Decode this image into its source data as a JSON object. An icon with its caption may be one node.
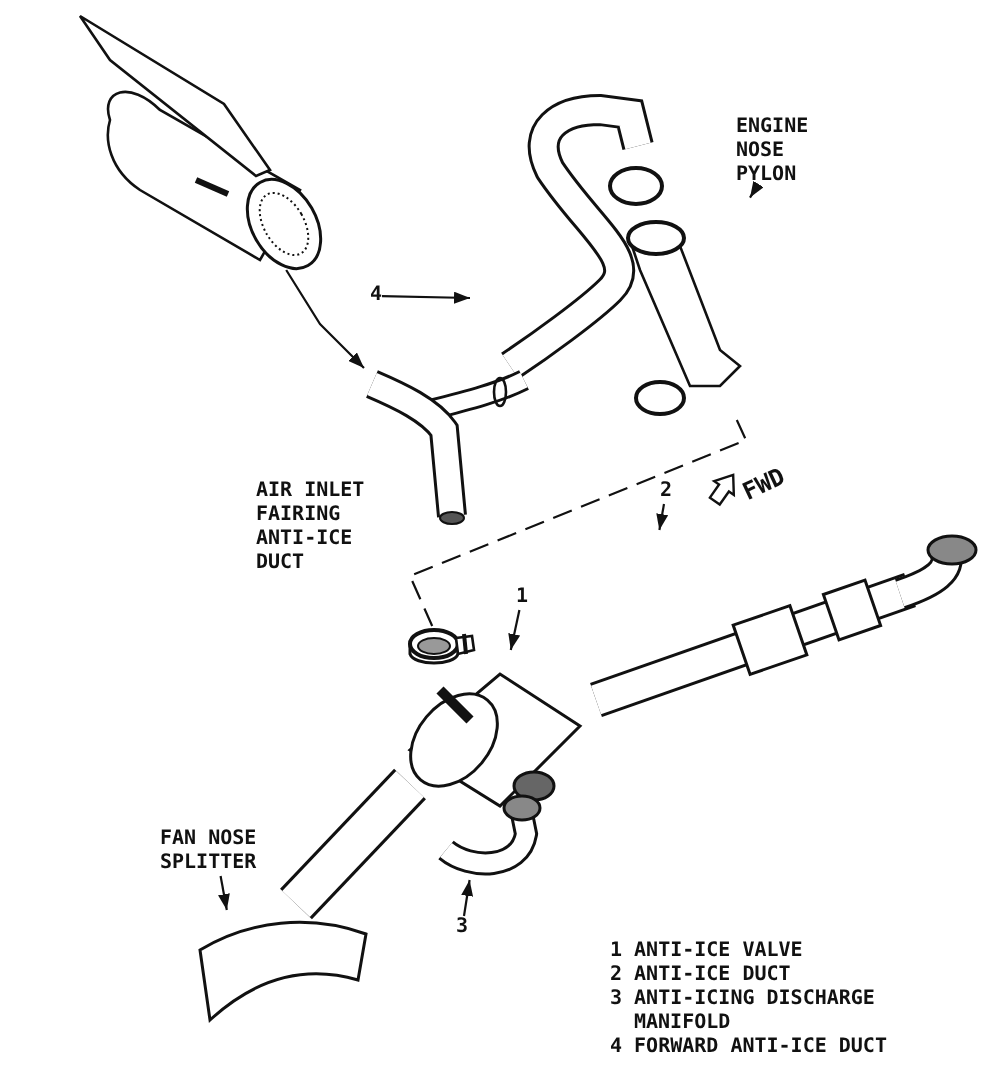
{
  "diagram": {
    "nodes": [
      {
        "text": [
          "ENGINE NOSE PYLON"
        ]
      },
      {
        "text": [],
        "shape": "picture"
      },
      {
        "text": [
          "4"
        ]
      },
      {
        "text": [],
        "shape": "picture"
      },
      {
        "text": [
          "1"
        ]
      },
      {
        "text": [],
        "shape": "picture"
      },
      {
        "text": [
          "2"
        ]
      },
      {
        "text": [],
        "shape": "picture"
      },
      {
        "text": [
          "FAN NOSE SPLITTER"
        ]
      },
      {
        "text": [],
        "shape": "picture"
      },
      {
        "text": [
          "3"
        ]
      },
      {
        "text": [],
        "shape": "picture"
      },
      {
        "text": [],
        "shape": "picture"
      },
      {
        "text": [],
        "shape": "picture"
      },
      {
        "text": [],
        "shape": "picture"
      }
    ],
    "edges": [
      {
        "from": 0,
        "to": 1,
        "arrow": "to"
      },
      {
        "from": 2,
        "to": 3,
        "arrow": "to"
      },
      {
        "from": 4,
        "to": 5,
        "arrow": "to"
      },
      {
        "from": 6,
        "to": 7,
        "arrow": "to"
      },
      {
        "from": 8,
        "to": 9,
        "arrow": "to"
      },
      {
        "from": 10,
        "to": 11,
        "arrow": "to"
      },
      {
        "from": 12,
        "to": 13,
        "arrow": "to"
      },
      {
        "from": 1,
        "to": 14,
        "arrow": "none",
        "style": "dashed"
      }
    ],
    "labels": [
      "AIR INLET FAIRING ANTI-ICE DUCT",
      "FWD",
      "1 ANTI-ICE VALVE",
      "2 ANTI-ICE DUCT",
      "3 ANTI-ICING DISCHARGE MANIFOLD",
      "4 FORWARD ANTI-ICE DUCT"
    ]
  }
}
